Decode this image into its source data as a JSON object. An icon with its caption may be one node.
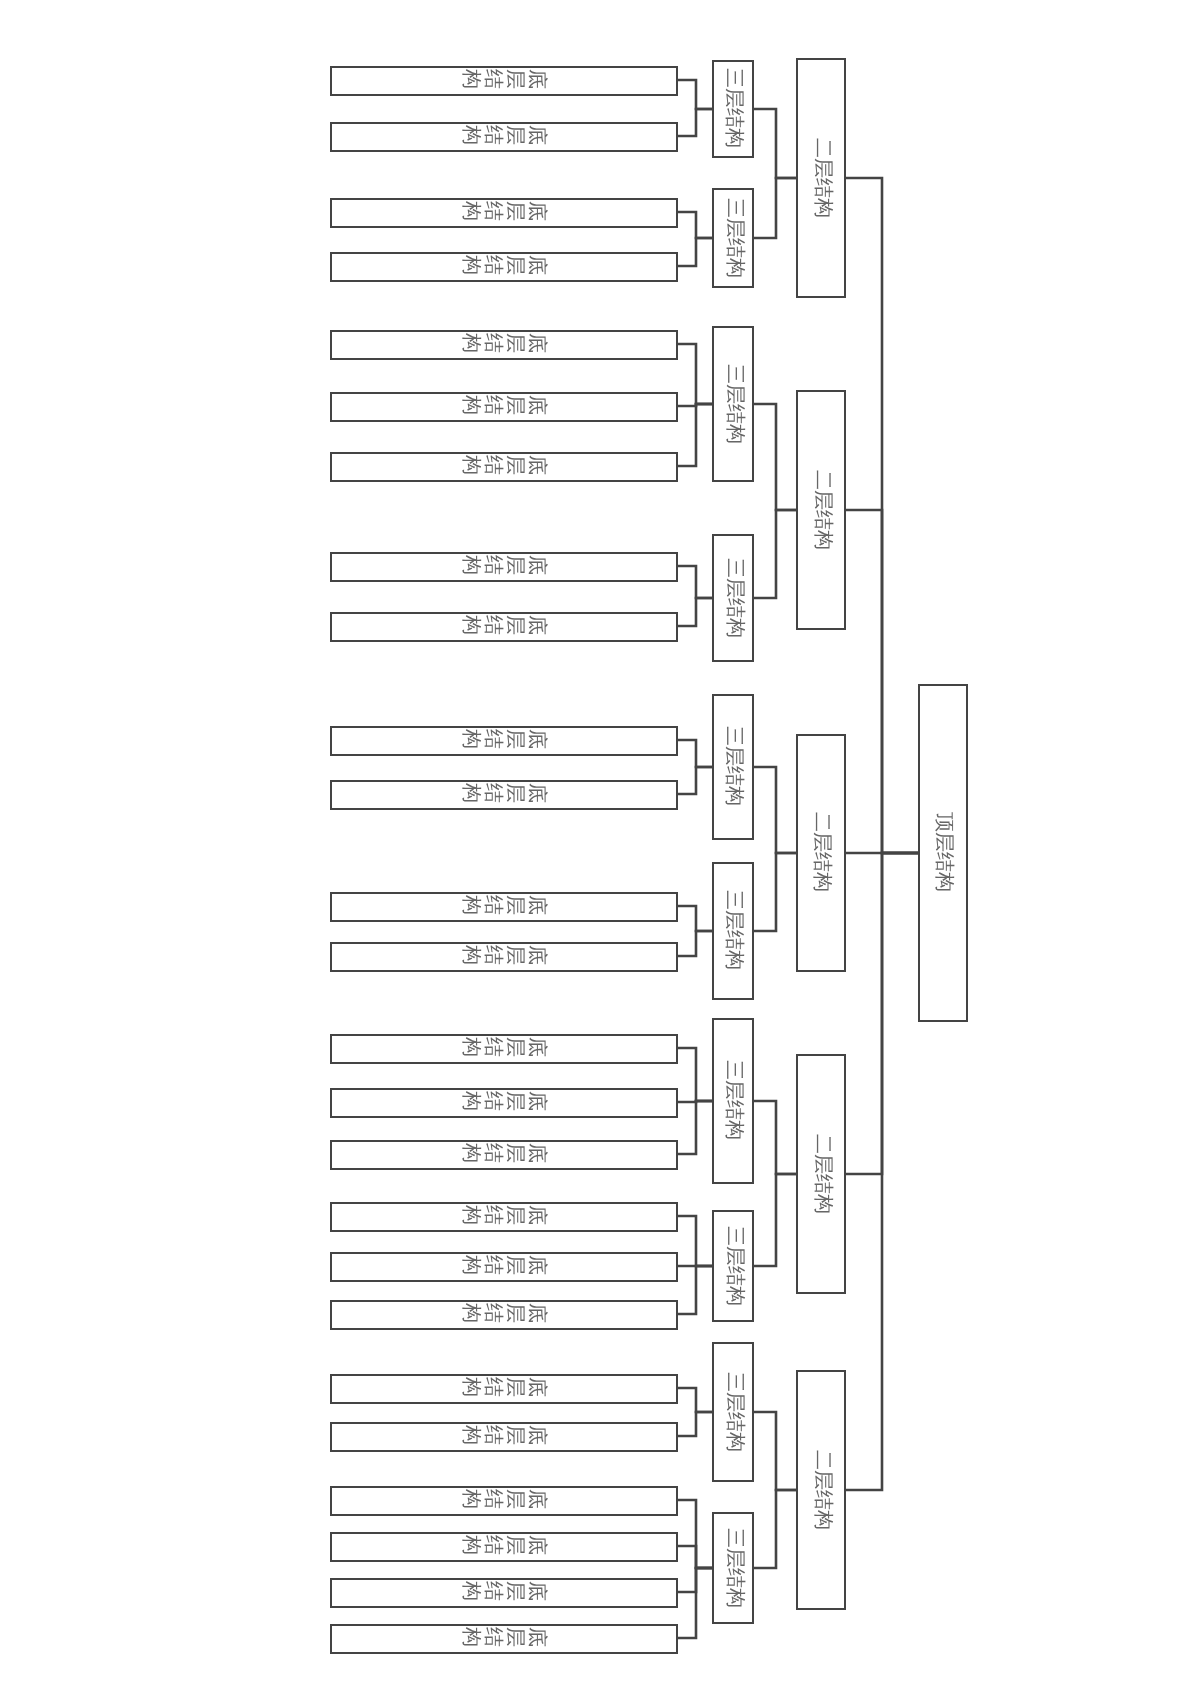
{
  "diagram": {
    "nodes": [
      {
        "text": [
          "顶层结构"
        ]
      },
      {
        "text": [
          "二层结构"
        ]
      },
      {
        "text": [
          "三层结构"
        ]
      },
      {
        "text": [
          "底层结构"
        ]
      },
      {
        "text": [
          "底层结构"
        ]
      },
      {
        "text": [
          "三层结构"
        ]
      },
      {
        "text": [
          "底层结构"
        ]
      },
      {
        "text": [
          "底层结构"
        ]
      },
      {
        "text": [
          "二层结构"
        ]
      },
      {
        "text": [
          "三层结构"
        ]
      },
      {
        "text": [
          "底层结构"
        ]
      },
      {
        "text": [
          "底层结构"
        ]
      },
      {
        "text": [
          "底层结构"
        ]
      },
      {
        "text": [
          "三层结构"
        ]
      },
      {
        "text": [
          "底层结构"
        ]
      },
      {
        "text": [
          "底层结构"
        ]
      },
      {
        "text": [
          "二层结构"
        ]
      },
      {
        "text": [
          "三层结构"
        ]
      },
      {
        "text": [
          "底层结构"
        ]
      },
      {
        "text": [
          "底层结构"
        ]
      },
      {
        "text": [
          "三层结构"
        ]
      },
      {
        "text": [
          "底层结构"
        ]
      },
      {
        "text": [
          "底层结构"
        ]
      },
      {
        "text": [
          "二层结构"
        ]
      },
      {
        "text": [
          "三层结构"
        ]
      },
      {
        "text": [
          "底层结构"
        ]
      },
      {
        "text": [
          "底层结构"
        ]
      },
      {
        "text": [
          "底层结构"
        ]
      },
      {
        "text": [
          "三层结构"
        ]
      },
      {
        "text": [
          "底层结构"
        ]
      },
      {
        "text": [
          "底层结构"
        ]
      },
      {
        "text": [
          "底层结构"
        ]
      },
      {
        "text": [
          "二层结构"
        ]
      },
      {
        "text": [
          "三层结构"
        ]
      },
      {
        "text": [
          "底层结构"
        ]
      },
      {
        "text": [
          "底层结构"
        ]
      },
      {
        "text": [
          "三层结构"
        ]
      },
      {
        "text": [
          "底层结构"
        ]
      },
      {
        "text": [
          "底层结构"
        ]
      },
      {
        "text": [
          "底层结构"
        ]
      },
      {
        "text": [
          "底层结构"
        ]
      }
    ],
    "edges": [
      {
        "from": 0,
        "to": 1,
        "arrow": "none"
      },
      {
        "from": 0,
        "to": 8,
        "arrow": "none"
      },
      {
        "from": 0,
        "to": 16,
        "arrow": "none"
      },
      {
        "from": 0,
        "to": 23,
        "arrow": "none"
      },
      {
        "from": 0,
        "to": 32,
        "arrow": "none"
      },
      {
        "from": 1,
        "to": 2,
        "arrow": "none"
      },
      {
        "from": 1,
        "to": 5,
        "arrow": "none"
      },
      {
        "from": 8,
        "to": 9,
        "arrow": "none"
      },
      {
        "from": 8,
        "to": 13,
        "arrow": "none"
      },
      {
        "from": 16,
        "to": 17,
        "arrow": "none"
      },
      {
        "from": 16,
        "to": 20,
        "arrow": "none"
      },
      {
        "from": 23,
        "to": 24,
        "arrow": "none"
      },
      {
        "from": 23,
        "to": 28,
        "arrow": "none"
      },
      {
        "from": 32,
        "to": 33,
        "arrow": "none"
      },
      {
        "from": 32,
        "to": 36,
        "arrow": "none"
      },
      {
        "from": 2,
        "to": 3,
        "arrow": "none"
      },
      {
        "from": 2,
        "to": 4,
        "arrow": "none"
      },
      {
        "from": 5,
        "to": 6,
        "arrow": "none"
      },
      {
        "from": 5,
        "to": 7,
        "arrow": "none"
      },
      {
        "from": 9,
        "to": 10,
        "arrow": "none"
      },
      {
        "from": 9,
        "to": 11,
        "arrow": "none"
      },
      {
        "from": 9,
        "to": 12,
        "arrow": "none"
      },
      {
        "from": 13,
        "to": 14,
        "arrow": "none"
      },
      {
        "from": 13,
        "to": 15,
        "arrow": "none"
      },
      {
        "from": 17,
        "to": 18,
        "arrow": "none"
      },
      {
        "from": 17,
        "to": 19,
        "arrow": "none"
      },
      {
        "from": 20,
        "to": 21,
        "arrow": "none"
      },
      {
        "from": 20,
        "to": 22,
        "arrow": "none"
      },
      {
        "from": 24,
        "to": 25,
        "arrow": "none"
      },
      {
        "from": 24,
        "to": 26,
        "arrow": "none"
      },
      {
        "from": 24,
        "to": 27,
        "arrow": "none"
      },
      {
        "from": 28,
        "to": 29,
        "arrow": "none"
      },
      {
        "from": 28,
        "to": 30,
        "arrow": "none"
      },
      {
        "from": 28,
        "to": 31,
        "arrow": "none"
      },
      {
        "from": 33,
        "to": 34,
        "arrow": "none"
      },
      {
        "from": 33,
        "to": 35,
        "arrow": "none"
      },
      {
        "from": 36,
        "to": 37,
        "arrow": "none"
      },
      {
        "from": 36,
        "to": 38,
        "arrow": "none"
      },
      {
        "from": 36,
        "to": 39,
        "arrow": "none"
      },
      {
        "from": 36,
        "to": 40,
        "arrow": "none"
      }
    ]
  }
}
